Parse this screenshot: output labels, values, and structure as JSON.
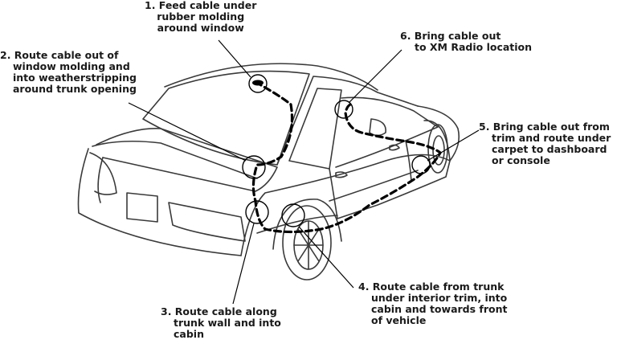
{
  "colors": {
    "background": "#ffffff",
    "ink": "#1a1a1a",
    "outline": "#3a3a3a"
  },
  "callouts": [
    {
      "id": "step-1",
      "lines": [
        "1.  Feed cable under",
        "rubber molding",
        "around window"
      ]
    },
    {
      "id": "step-2",
      "lines": [
        "2. Route cable out of",
        "window molding and",
        "into weatherstripping",
        "around trunk opening"
      ]
    },
    {
      "id": "step-3",
      "lines": [
        "3. Route cable along",
        "trunk wall and into",
        "cabin"
      ]
    },
    {
      "id": "step-4",
      "lines": [
        "4. Route cable from trunk",
        "under interior trim, into",
        "cabin and towards front",
        "of vehicle"
      ]
    },
    {
      "id": "step-5",
      "lines": [
        "5. Bring cable out from",
        "trim and route under",
        "carpet to dashboard",
        "or console"
      ]
    },
    {
      "id": "step-6",
      "lines": [
        "6.  Bring cable out",
        "to XM Radio location"
      ]
    }
  ]
}
